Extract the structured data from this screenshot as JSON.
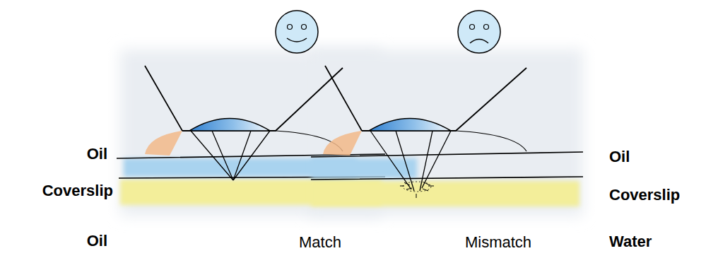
{
  "diagram": {
    "labels": [
      "Oil",
      "Oil",
      "Coverslip",
      "Coverslip",
      "Oil",
      "Match",
      "Mismatch",
      "Water"
    ]
  }
}
